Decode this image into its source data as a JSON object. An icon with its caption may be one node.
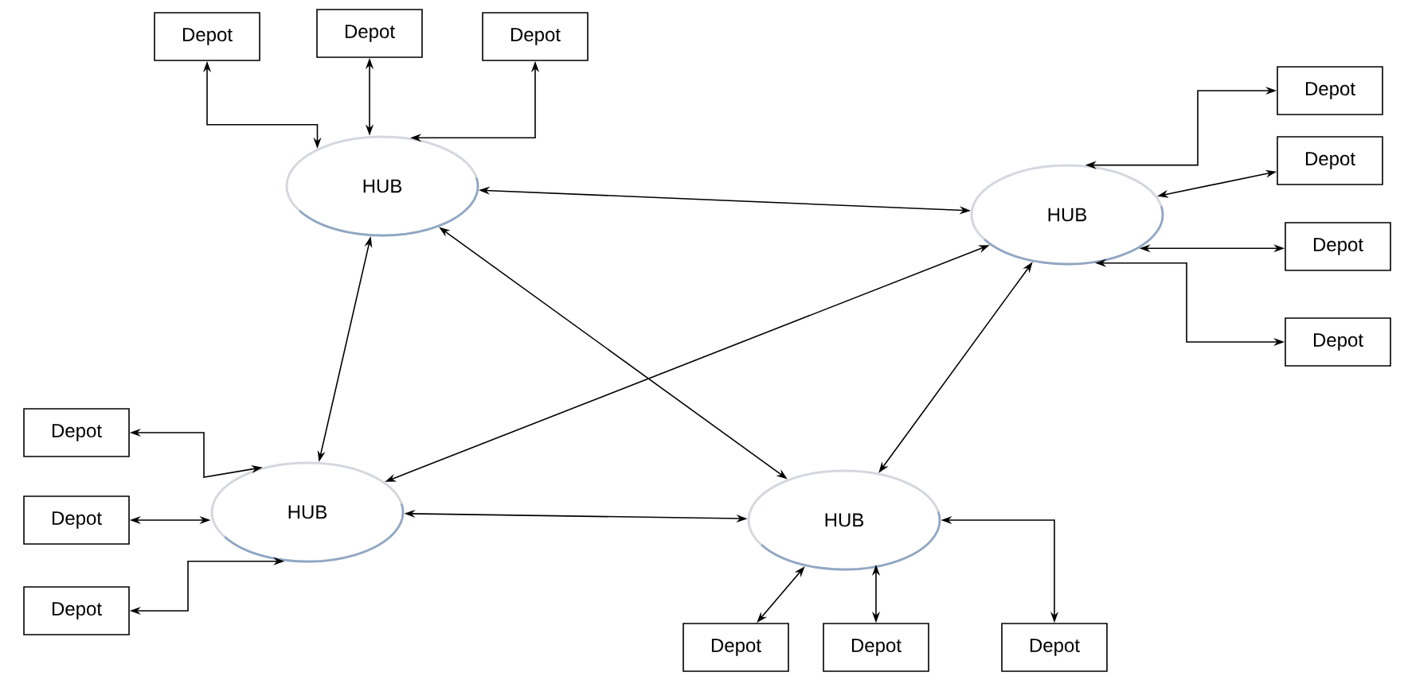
{
  "diagram": {
    "nodes": [
      {
        "text": [
          "Depot"
        ]
      },
      {
        "text": [
          "Depot"
        ]
      },
      {
        "text": [
          "Depot"
        ]
      },
      {
        "text": [
          "Depot"
        ]
      },
      {
        "text": [
          "Depot"
        ]
      },
      {
        "text": [
          "HUB"
        ]
      },
      {
        "text": [
          "HUB"
        ]
      },
      {
        "text": [
          "Depot"
        ]
      },
      {
        "text": [
          "Depot"
        ]
      },
      {
        "text": [
          "Depot"
        ]
      },
      {
        "text": [
          "HUB"
        ]
      },
      {
        "text": [
          "Depot"
        ]
      },
      {
        "text": [
          "Depot"
        ]
      },
      {
        "text": [
          "HUB"
        ]
      },
      {
        "text": [
          "Depot"
        ]
      },
      {
        "text": [
          "Depot"
        ]
      },
      {
        "text": [
          "Depot"
        ]
      }
    ],
    "edges": [
      {
        "from": 0,
        "to": 5,
        "arrow": "both"
      },
      {
        "from": 1,
        "to": 5,
        "arrow": "both"
      },
      {
        "from": 5,
        "to": 2,
        "arrow": "both"
      },
      {
        "from": 5,
        "to": 6,
        "arrow": "both"
      },
      {
        "from": 5,
        "to": 10,
        "arrow": "both"
      },
      {
        "from": 5,
        "to": 13,
        "arrow": "both"
      },
      {
        "from": 6,
        "to": 3,
        "arrow": "both"
      },
      {
        "from": 6,
        "to": 4,
        "arrow": "both"
      },
      {
        "from": 6,
        "to": 7,
        "arrow": "both"
      },
      {
        "from": 6,
        "to": 8,
        "arrow": "both"
      },
      {
        "from": 6,
        "to": 10,
        "arrow": "both"
      },
      {
        "from": 6,
        "to": 13,
        "arrow": "both"
      },
      {
        "from": 9,
        "to": 10,
        "arrow": "both"
      },
      {
        "from": 11,
        "to": 10,
        "arrow": "both"
      },
      {
        "from": 12,
        "to": 10,
        "arrow": "both"
      },
      {
        "from": 10,
        "to": 13,
        "arrow": "both"
      },
      {
        "from": 13,
        "to": 14,
        "arrow": "both"
      },
      {
        "from": 15,
        "to": 13,
        "arrow": "both"
      },
      {
        "from": 13,
        "to": 16,
        "arrow": "both"
      }
    ]
  }
}
